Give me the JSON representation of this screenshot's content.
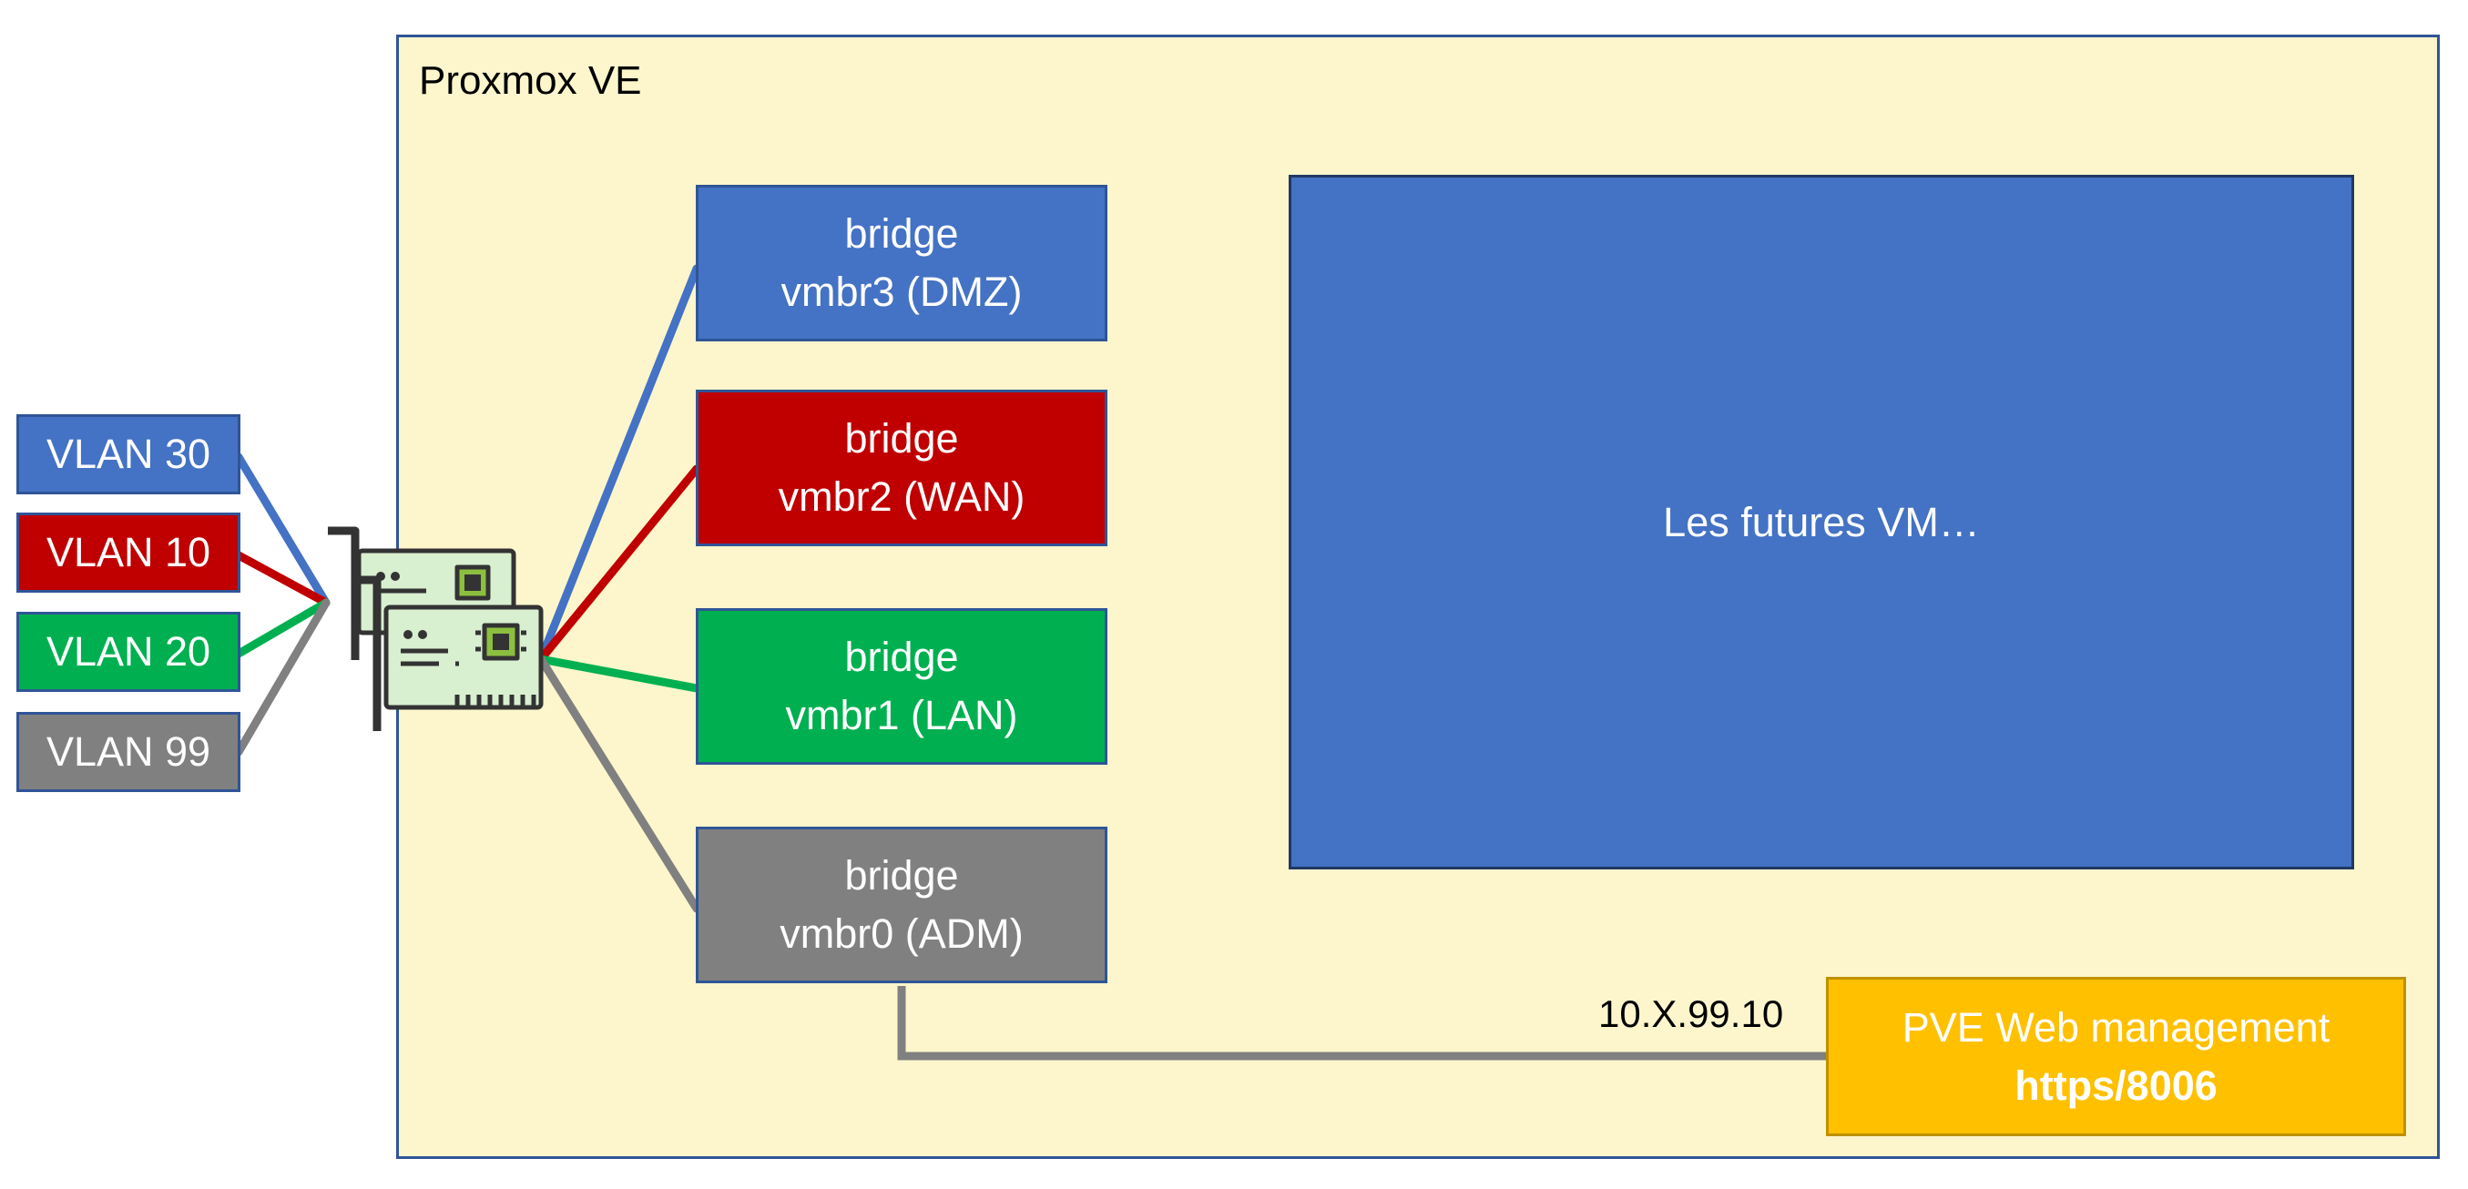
{
  "host": {
    "title": "Proxmox VE"
  },
  "vlans": [
    {
      "label": "VLAN 30",
      "color": "#4472c4"
    },
    {
      "label": "VLAN 10",
      "color": "#c00000"
    },
    {
      "label": "VLAN 20",
      "color": "#00b050"
    },
    {
      "label": "VLAN 99",
      "color": "#808080"
    }
  ],
  "bridges": [
    {
      "line1": "bridge",
      "line2": "vmbr3 (DMZ)",
      "color": "#4472c4"
    },
    {
      "line1": "bridge",
      "line2": "vmbr2 (WAN)",
      "color": "#c00000"
    },
    {
      "line1": "bridge",
      "line2": "vmbr1 (LAN)",
      "color": "#00b050"
    },
    {
      "line1": "bridge",
      "line2": "vmbr0 (ADM)",
      "color": "#808080"
    }
  ],
  "vm_area": {
    "label": "Les futures VM…",
    "color": "#4472c4"
  },
  "management": {
    "title": "PVE Web management",
    "protocol": "https/8006",
    "ip": "10.X.99.10",
    "color": "#ffc000"
  },
  "icons": {
    "nic": "network-card-icon"
  }
}
